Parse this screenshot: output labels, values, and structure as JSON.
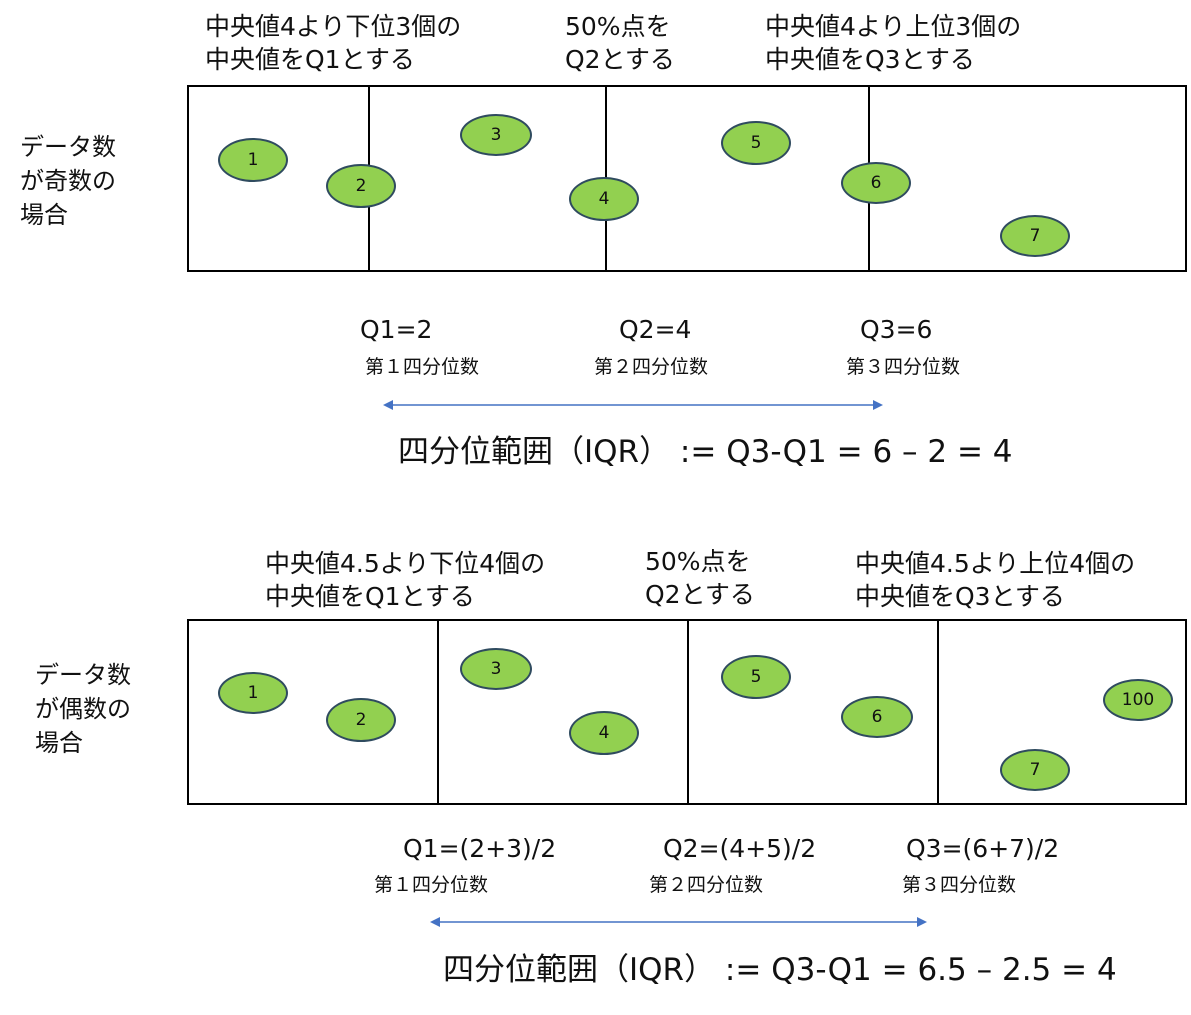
{
  "colors": {
    "ball_fill": "#92d050",
    "ball_border": "#2f4b5f",
    "arrow": "#4472c4",
    "line": "#000000"
  },
  "odd": {
    "side_label": [
      "データ数",
      "が奇数の",
      "場合"
    ],
    "notes": {
      "q1": [
        "中央値4より下位3個の",
        "中央値をQ1とする"
      ],
      "q2": [
        "50%点を",
        "Q2とする"
      ],
      "q3": [
        "中央値4より上位3個の",
        "中央値をQ3とする"
      ]
    },
    "balls": [
      "1",
      "2",
      "3",
      "4",
      "5",
      "6",
      "7"
    ],
    "q_values": [
      "Q1=2",
      "Q2=4",
      "Q3=6"
    ],
    "q_names": [
      "第１四分位数",
      "第２四分位数",
      "第３四分位数"
    ],
    "iqr": "四分位範囲（IQR） := Q3-Q1 = 6 – 2 = 4"
  },
  "even": {
    "side_label": [
      "データ数",
      "が偶数の",
      "場合"
    ],
    "notes": {
      "q1": [
        "中央値4.5より下位4個の",
        "中央値をQ1とする"
      ],
      "q2": [
        "50%点を",
        "Q2とする"
      ],
      "q3": [
        "中央値4.5より上位4個の",
        "中央値をQ3とする"
      ]
    },
    "balls": [
      "1",
      "2",
      "3",
      "4",
      "5",
      "6",
      "100",
      "7"
    ],
    "q_values": [
      "Q1=(2+3)/2",
      "Q2=(4+5)/2",
      "Q3=(6+7)/2"
    ],
    "q_names": [
      "第１四分位数",
      "第２四分位数",
      "第３四分位数"
    ],
    "iqr": "四分位範囲（IQR） := Q3-Q1 = 6.5 – 2.5 = 4"
  }
}
